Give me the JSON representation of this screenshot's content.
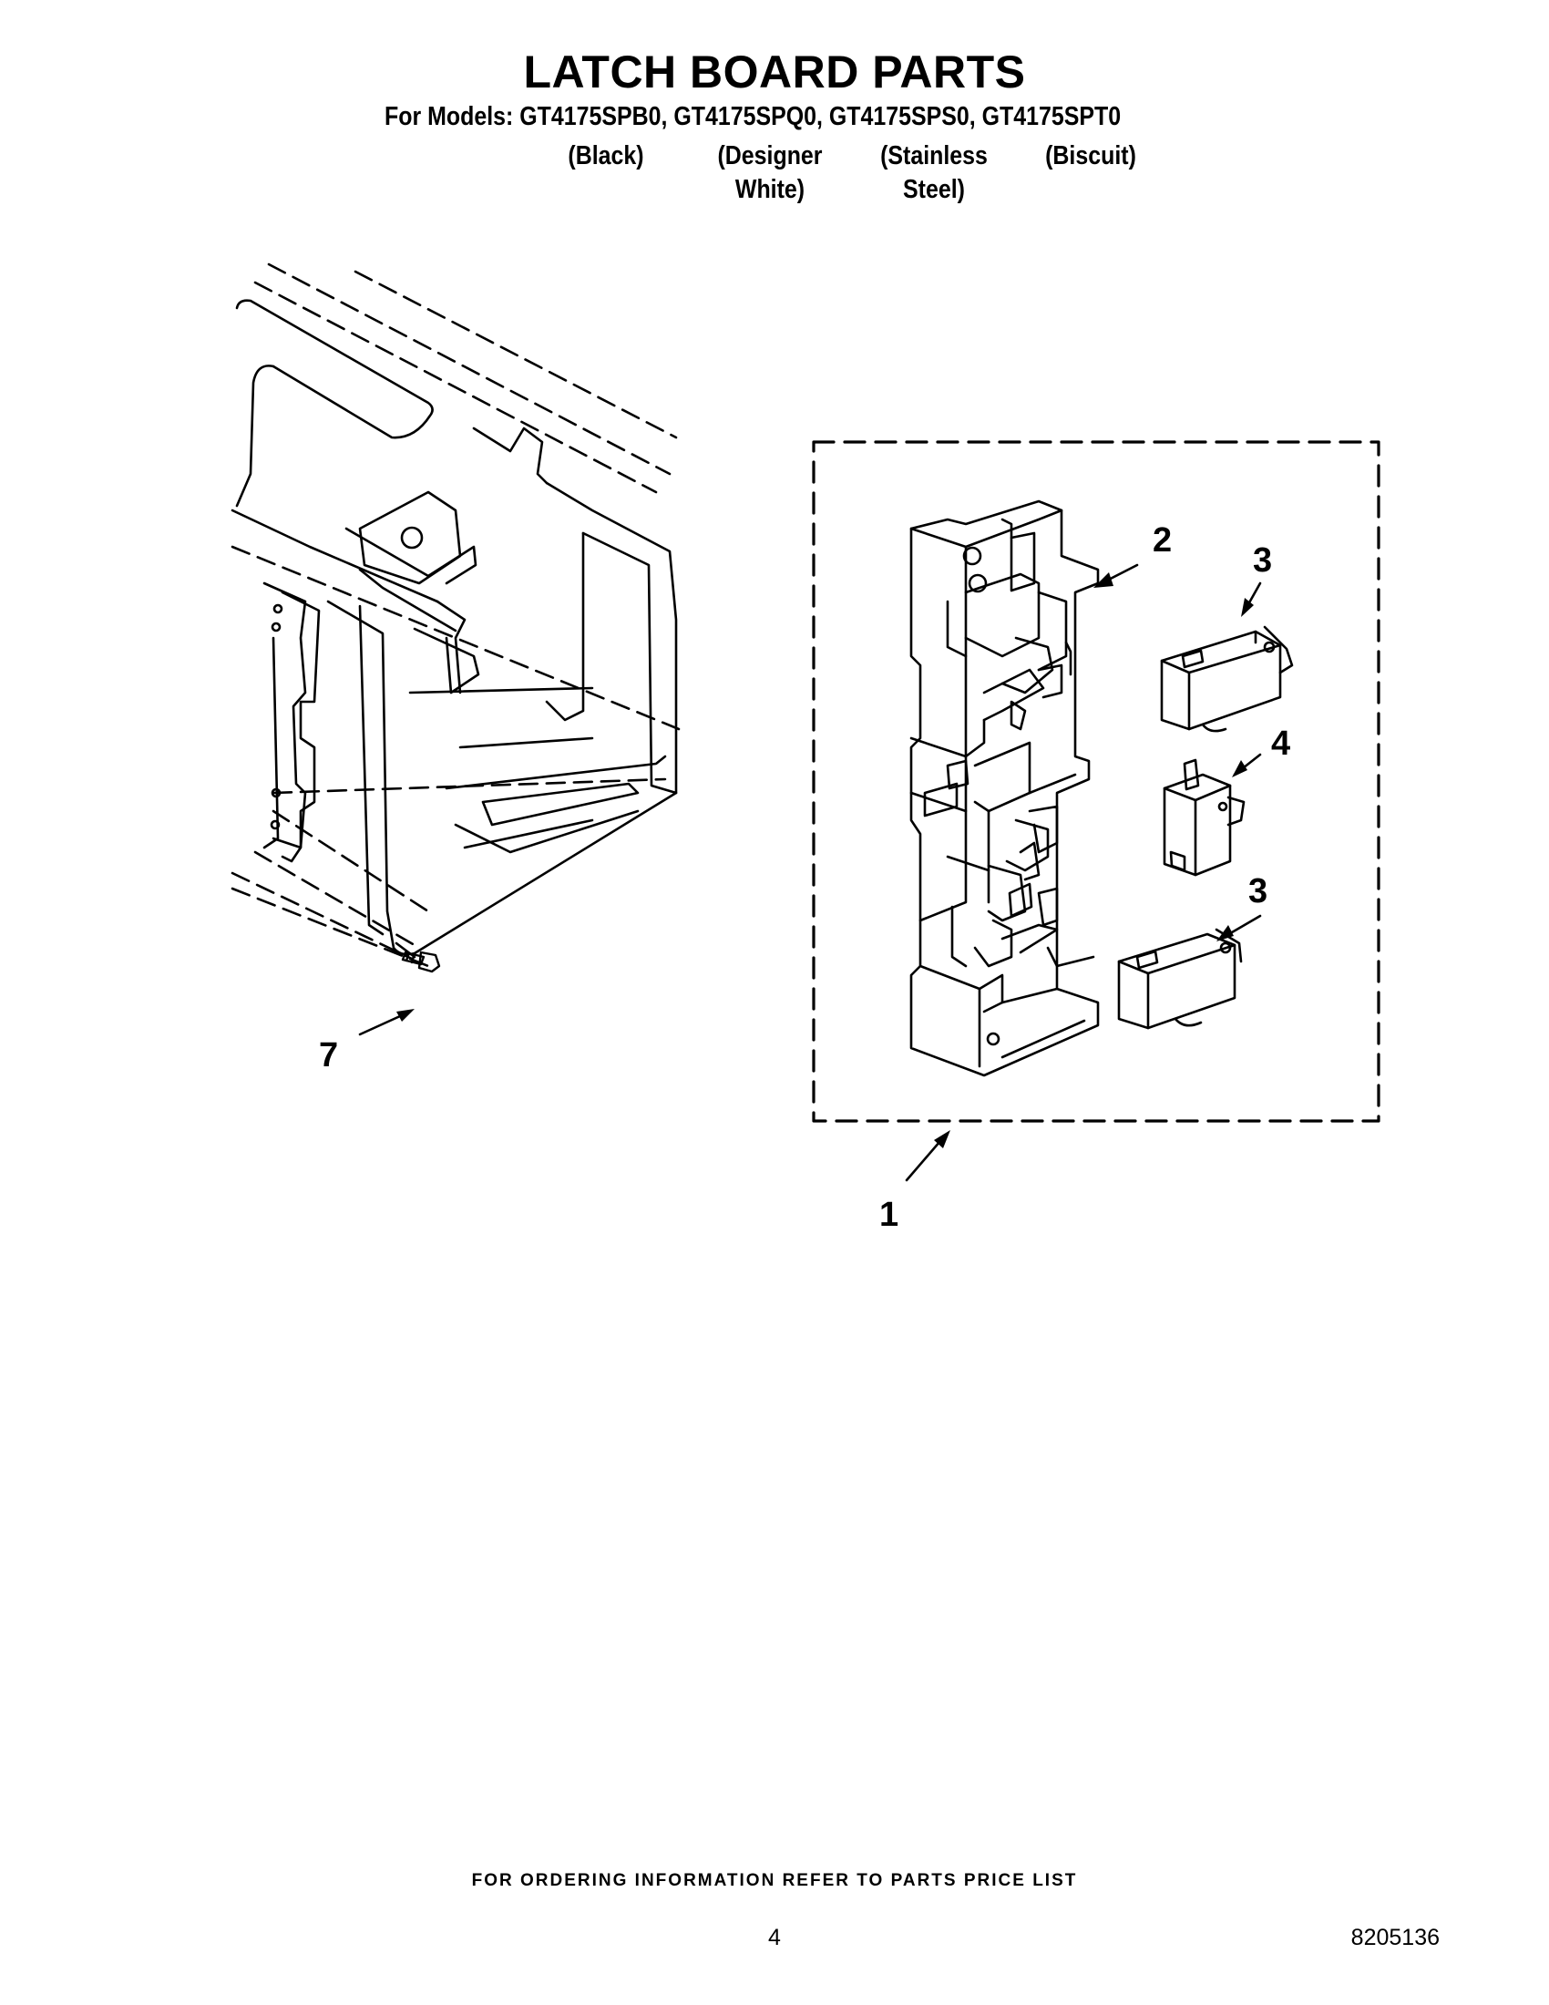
{
  "header": {
    "title": "LATCH BOARD PARTS",
    "models_line": "For Models: GT4175SPB0, GT4175SPQ0, GT4175SPS0, GT4175SPT0",
    "variants": [
      {
        "line1": "(Black)",
        "line2": ""
      },
      {
        "line1": "(Designer",
        "line2": "White)"
      },
      {
        "line1": "(Stainless",
        "line2": "Steel)"
      },
      {
        "line1": "(Biscuit)",
        "line2": ""
      }
    ]
  },
  "diagram": {
    "callouts": [
      "1",
      "2",
      "3",
      "4",
      "3",
      "7"
    ]
  },
  "footer": {
    "ordering_note": "FOR ORDERING INFORMATION REFER TO PARTS PRICE LIST",
    "page_number": "4",
    "document_number": "8205136"
  }
}
